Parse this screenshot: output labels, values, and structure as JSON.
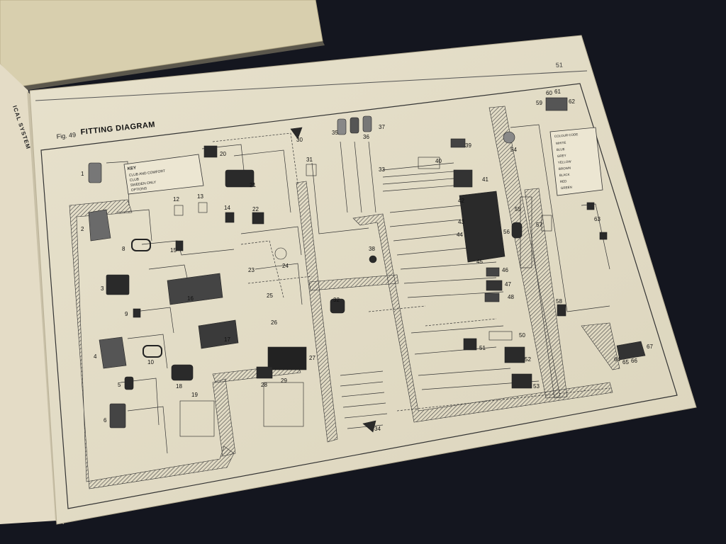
{
  "document": {
    "page_number": "51",
    "figure_label": "Fig. 49",
    "figure_title": "FITTING DIAGRAM",
    "left_page_spine_text": "ICAL SYSTEM"
  },
  "key": {
    "title": "KEY",
    "entries": [
      "CLUB AND COMFORT",
      "CLUB",
      "SWEDEN ONLY",
      "OPTIONS"
    ]
  },
  "colour_code": {
    "title": "COLOUR CODE",
    "entries": [
      "WHITE",
      "BLUE",
      "GREY",
      "YELLOW",
      "BROWN",
      "BLACK",
      "RED",
      "GREEN"
    ]
  },
  "component_numbers": [
    "1",
    "2",
    "3",
    "4",
    "5",
    "6",
    "8",
    "9",
    "10",
    "12",
    "13",
    "14",
    "15",
    "16",
    "17",
    "18",
    "19",
    "20",
    "21",
    "22",
    "23",
    "24",
    "25",
    "26",
    "27",
    "28",
    "29",
    "30",
    "31",
    "32",
    "33",
    "34",
    "35",
    "36",
    "37",
    "38",
    "39",
    "40",
    "41",
    "42",
    "43",
    "44",
    "45",
    "46",
    "47",
    "48",
    "50",
    "51",
    "52",
    "53",
    "54",
    "55",
    "56",
    "57",
    "58",
    "59",
    "60",
    "61",
    "62",
    "63",
    "64",
    "65",
    "66",
    "67"
  ]
}
